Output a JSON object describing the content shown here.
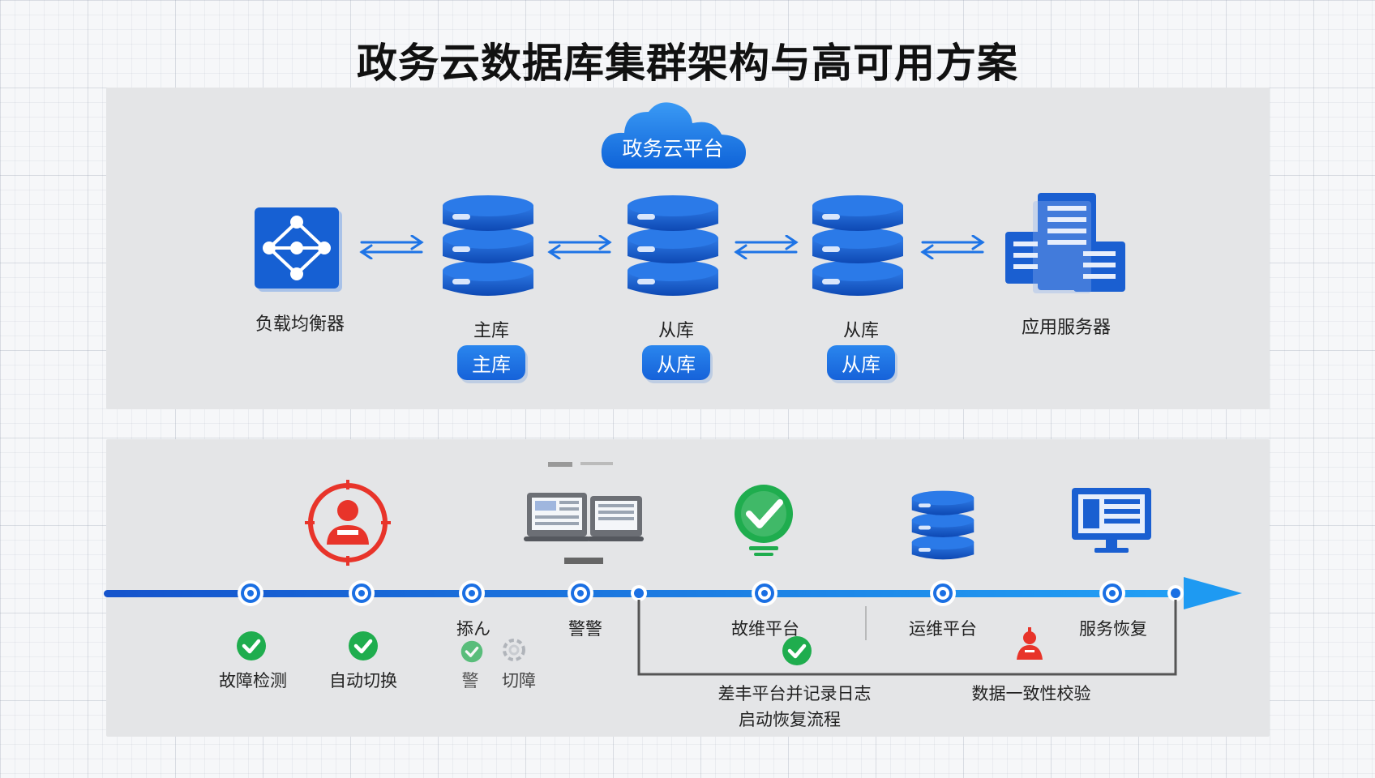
{
  "title": "政务云数据库集群架构与高可用方案",
  "cloud": {
    "label": "政务云平台",
    "icon": "cloud-icon",
    "color": "#1a7de8"
  },
  "architecture": {
    "nodes": [
      {
        "label": "负载均衡器",
        "icon": "load-balancer-icon"
      },
      {
        "label": "主库",
        "badge": "主库",
        "icon": "database-icon"
      },
      {
        "label": "从库",
        "badge": "从库",
        "icon": "database-icon"
      },
      {
        "label": "从库",
        "badge": "从库",
        "icon": "database-icon"
      },
      {
        "label": "应用服务器",
        "icon": "server-icon"
      }
    ],
    "connector_icon": "bidirectional-arrow-icon"
  },
  "timeline": {
    "steps": [
      {
        "label": "故障检测"
      },
      {
        "label": "自动切换"
      },
      {
        "label": "掭ん",
        "sublabel": "切障",
        "subprefix": "警"
      },
      {
        "label": "警警"
      },
      {
        "label": "故维平台"
      },
      {
        "label": "运维平台"
      },
      {
        "label": "服务恢复"
      }
    ],
    "bracket_notes": [
      "差丰平台并记录日志",
      "启动恢复流程"
    ],
    "right_note": "数据一致性校验",
    "icons": [
      "alarm-person-icon",
      "monitor-panels-icon",
      "success-check-icon",
      "database-icon",
      "monitor-icon"
    ],
    "colors": {
      "line": "#1a74e3",
      "check": "#1fad4e",
      "alert": "#e8342a"
    }
  }
}
